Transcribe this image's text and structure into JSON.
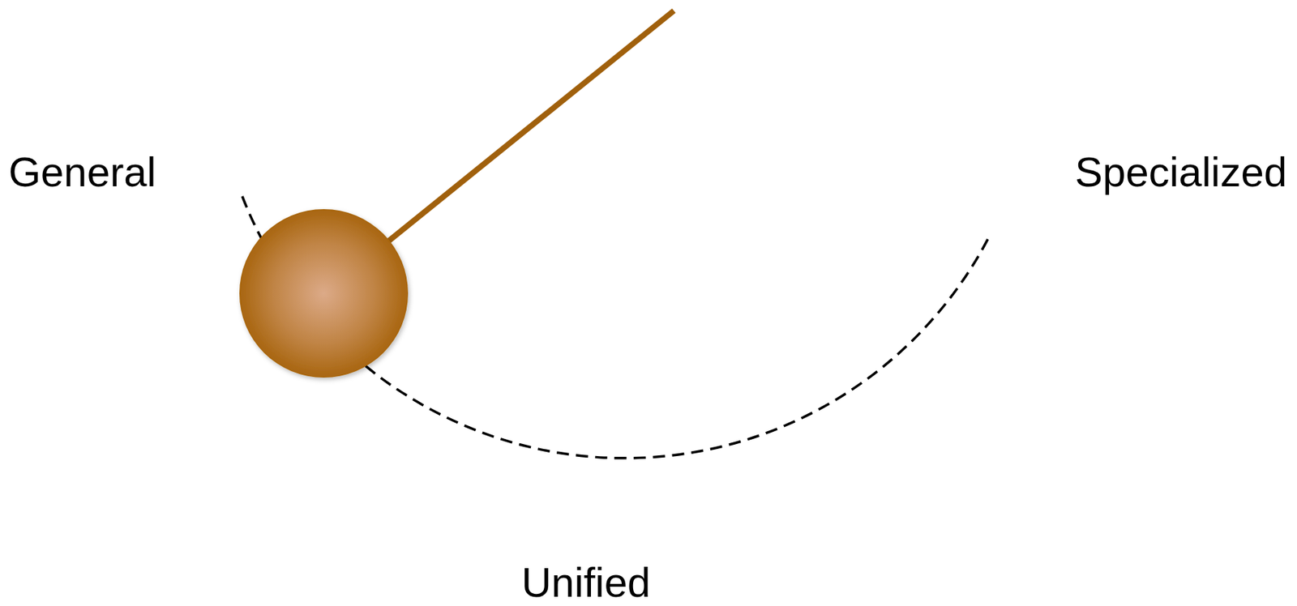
{
  "diagram": {
    "labels": [
      "General",
      "Specialized",
      "Unified"
    ]
  }
}
